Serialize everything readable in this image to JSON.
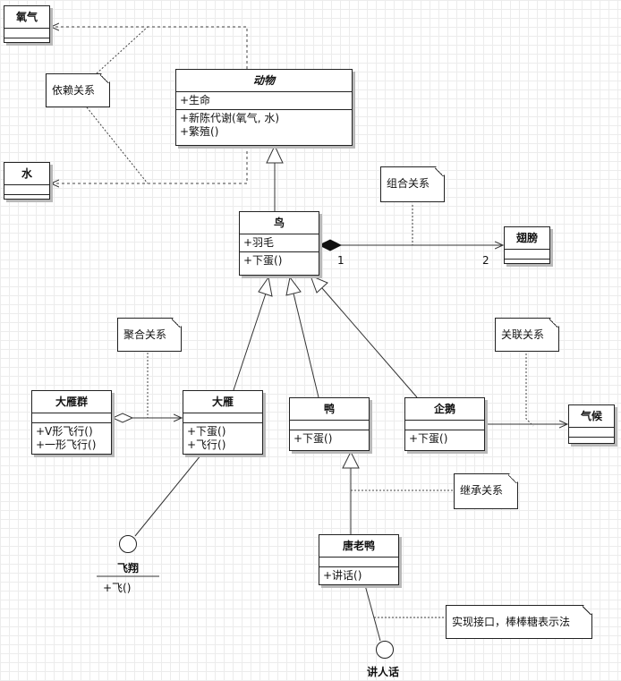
{
  "classes": {
    "oxygen": {
      "name": "氧气"
    },
    "water": {
      "name": "水"
    },
    "animal": {
      "name": "动物",
      "attrs": [
        "+生命"
      ],
      "ops": [
        "+新陈代谢(氧气, 水)",
        "+繁殖()"
      ]
    },
    "bird": {
      "name": "鸟",
      "attrs": [
        "+羽毛"
      ],
      "ops": [
        "+下蛋()"
      ]
    },
    "wing": {
      "name": "翅膀"
    },
    "goose_flock": {
      "name": "大雁群",
      "ops": [
        "+V形飞行()",
        "+一形飞行()"
      ]
    },
    "goose": {
      "name": "大雁",
      "ops": [
        "+下蛋()",
        "+飞行()"
      ]
    },
    "duck": {
      "name": "鸭",
      "ops": [
        "+下蛋()"
      ]
    },
    "penguin": {
      "name": "企鹅",
      "ops": [
        "+下蛋()"
      ]
    },
    "climate": {
      "name": "气候"
    },
    "tang_duck": {
      "name": "唐老鸭",
      "ops": [
        "+讲话()"
      ]
    }
  },
  "notes": {
    "dependency": "依赖关系",
    "composition": "组合关系",
    "aggregation": "聚合关系",
    "association": "关联关系",
    "inheritance": "继承关系",
    "realization": "实现接口，棒棒糖表示法"
  },
  "interfaces": {
    "fly": {
      "name": "飞翔",
      "op": "+飞()"
    },
    "speak": {
      "name": "讲人话"
    }
  },
  "multiplicity": {
    "bird_end": "1",
    "wing_end": "2"
  }
}
